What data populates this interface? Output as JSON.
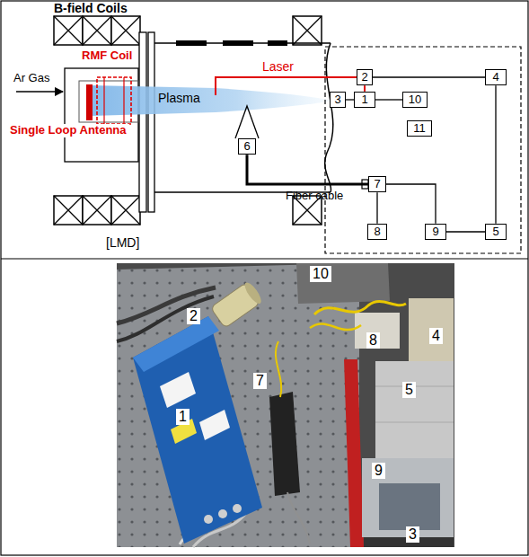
{
  "diagram": {
    "nodes": [
      {
        "text": [
          "2"
        ]
      },
      {
        "text": [
          "4"
        ]
      },
      {
        "text": [
          "3"
        ]
      },
      {
        "text": [
          "1"
        ]
      },
      {
        "text": [
          "10"
        ]
      },
      {
        "text": [
          "11"
        ]
      },
      {
        "text": [
          "6"
        ]
      },
      {
        "text": [
          "7"
        ]
      },
      {
        "text": [
          "9"
        ]
      },
      {
        "text": [
          "5"
        ]
      },
      {
        "text": [
          "8"
        ]
      }
    ],
    "edges": [
      {
        "from": 0,
        "to": 3,
        "arrow": "none"
      },
      {
        "from": 0,
        "to": 1,
        "arrow": "none"
      },
      {
        "from": 2,
        "to": 3,
        "arrow": "none"
      },
      {
        "from": 3,
        "to": 4,
        "arrow": "none"
      },
      {
        "from": 6,
        "to": 7,
        "arrow": "none"
      },
      {
        "from": 7,
        "to": 10,
        "arrow": "none"
      },
      {
        "from": 7,
        "to": 8,
        "arrow": "none"
      },
      {
        "from": 8,
        "to": 9,
        "arrow": "none"
      },
      {
        "from": 1,
        "to": 9,
        "arrow": "none"
      }
    ],
    "labels": [
      "B-field Coils",
      "RMF Coil",
      "Ar Gas",
      "Single Loop Antenna",
      "Plasma",
      "Laser",
      "[LMD]",
      "Fiber cable",
      "10",
      "2",
      "8",
      "4",
      "1",
      "7",
      "5",
      "9",
      "3"
    ]
  }
}
